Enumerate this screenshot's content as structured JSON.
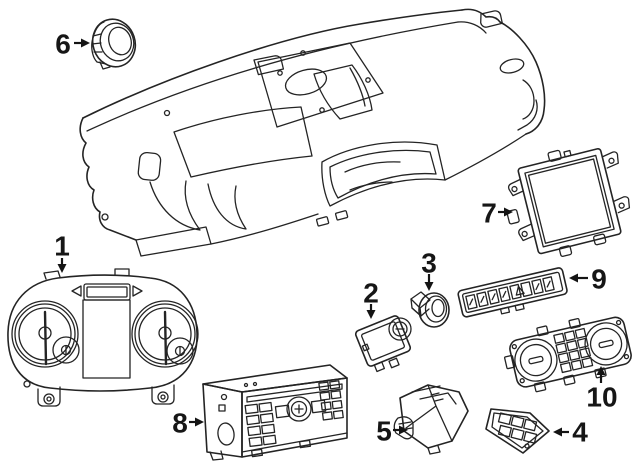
{
  "diagram": {
    "type": "parts-diagram",
    "subject": "Vehicle instrument panel / dashboard components (exploded view)",
    "background_color": "#ffffff",
    "line_color": "#242424",
    "label_color": "#161616",
    "callouts": [
      {
        "label": "1",
        "part": "instrument-cluster",
        "arrow_direction": "down"
      },
      {
        "label": "2",
        "part": "headlamp-switch",
        "arrow_direction": "down"
      },
      {
        "label": "3",
        "part": "sensor-knob",
        "arrow_direction": "down"
      },
      {
        "label": "4",
        "part": "switch-bank",
        "arrow_direction": "left"
      },
      {
        "label": "5",
        "part": "switch-bracket",
        "arrow_direction": "right"
      },
      {
        "label": "6",
        "part": "immobilizer-antenna-ring",
        "arrow_direction": "right"
      },
      {
        "label": "7",
        "part": "display-screen-unit",
        "arrow_direction": "right"
      },
      {
        "label": "8",
        "part": "radio-receiver-unit",
        "arrow_direction": "right"
      },
      {
        "label": "9",
        "part": "hazard-switch-strip",
        "arrow_direction": "left"
      },
      {
        "label": "10",
        "part": "climate-control-unit",
        "arrow_direction": "up"
      }
    ]
  }
}
